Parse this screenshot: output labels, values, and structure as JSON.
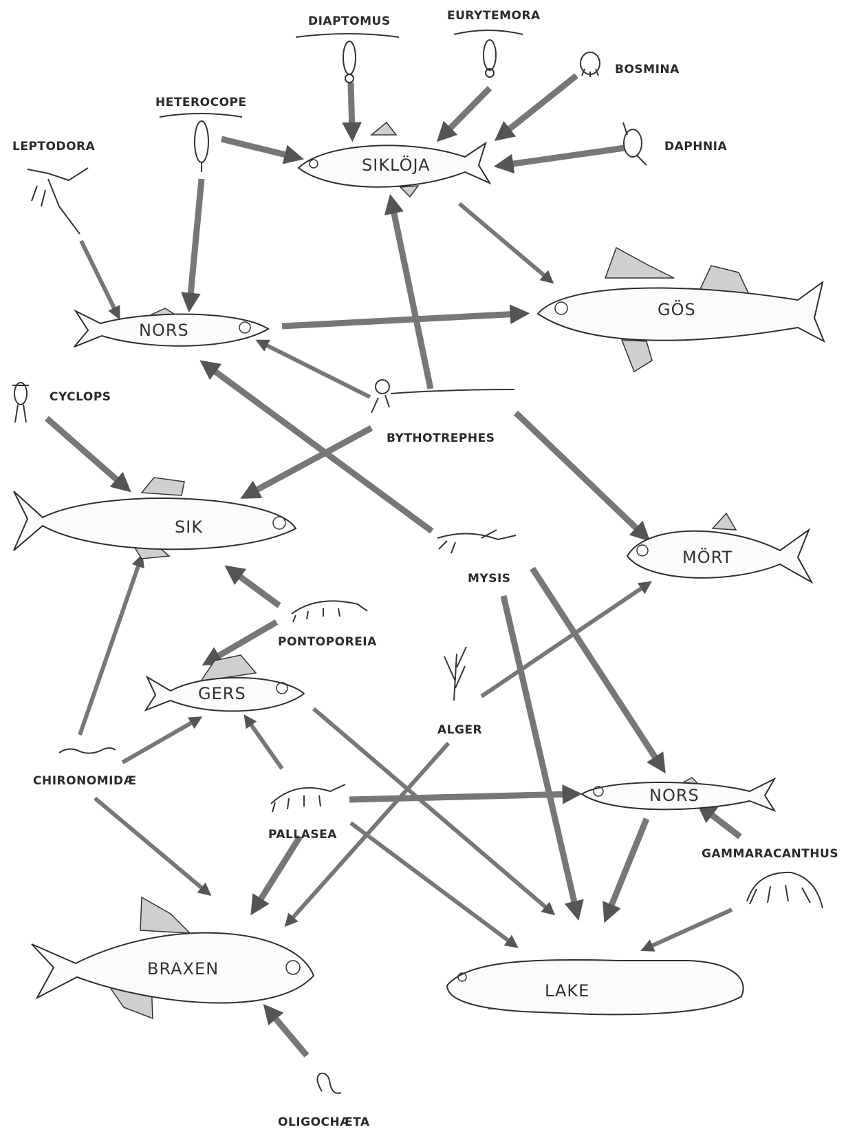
{
  "organisms": {
    "diaptomus": "DIAPTOMUS",
    "eurytemora": "EURYTEMORA",
    "bosmina": "BOSMINA",
    "heterocope": "HETEROCOPE",
    "leptodora": "LEPTODORA",
    "daphnia": "DAPHNIA",
    "cyclops": "CYCLOPS",
    "bythotrephes": "BYTHOTREPHES",
    "mysis": "MYSIS",
    "pontoporeia": "PONTOPOREIA",
    "alger": "ALGER",
    "chironomidae": "CHIRONOMIDÆ",
    "pallasea": "PALLASEA",
    "gammaracanthus": "GAMMARACANTHUS",
    "oligochaeta": "OLIGOCHÆTA"
  },
  "fish": {
    "sikloja": "SIKLÖJA",
    "nors_top": "NORS",
    "gos": "GÖS",
    "sik": "SIK",
    "mort": "MÖRT",
    "gers": "GERS",
    "nors_bottom": "NORS",
    "braxen": "BRAXEN",
    "lake": "LAKE"
  },
  "links": [
    {
      "from": "DIAPTOMUS",
      "to": "SIKLÖJA"
    },
    {
      "from": "EURYTEMORA",
      "to": "SIKLÖJA"
    },
    {
      "from": "BOSMINA",
      "to": "SIKLÖJA"
    },
    {
      "from": "DAPHNIA",
      "to": "SIKLÖJA"
    },
    {
      "from": "HETEROCOPE",
      "to": "SIKLÖJA"
    },
    {
      "from": "HETEROCOPE",
      "to": "NORS"
    },
    {
      "from": "LEPTODORA",
      "to": "NORS"
    },
    {
      "from": "SIKLÖJA",
      "to": "GÖS"
    },
    {
      "from": "NORS",
      "to": "GÖS"
    },
    {
      "from": "BYTHOTREPHES",
      "to": "SIKLÖJA"
    },
    {
      "from": "BYTHOTREPHES",
      "to": "NORS"
    },
    {
      "from": "BYTHOTREPHES",
      "to": "SIK"
    },
    {
      "from": "BYTHOTREPHES",
      "to": "MÖRT"
    },
    {
      "from": "MYSIS",
      "to": "NORS"
    },
    {
      "from": "MYSIS",
      "to": "NORS (lower)"
    },
    {
      "from": "MYSIS",
      "to": "LAKE"
    },
    {
      "from": "CYCLOPS",
      "to": "SIK"
    },
    {
      "from": "PONTOPOREIA",
      "to": "SIK"
    },
    {
      "from": "PONTOPOREIA",
      "to": "GERS"
    },
    {
      "from": "CHIRONOMIDÆ",
      "to": "SIK"
    },
    {
      "from": "CHIRONOMIDÆ",
      "to": "GERS"
    },
    {
      "from": "CHIRONOMIDÆ",
      "to": "BRAXEN"
    },
    {
      "from": "PALLASEA",
      "to": "GERS"
    },
    {
      "from": "PALLASEA",
      "to": "NORS (lower)"
    },
    {
      "from": "PALLASEA",
      "to": "BRAXEN"
    },
    {
      "from": "PALLASEA",
      "to": "LAKE"
    },
    {
      "from": "GERS",
      "to": "LAKE"
    },
    {
      "from": "ALGER",
      "to": "MÖRT"
    },
    {
      "from": "ALGER",
      "to": "BRAXEN"
    },
    {
      "from": "NORS (lower)",
      "to": "LAKE"
    },
    {
      "from": "GAMMARACANTHUS",
      "to": "NORS (lower)"
    },
    {
      "from": "GAMMARACANTHUS",
      "to": "LAKE"
    },
    {
      "from": "OLIGOCHÆTA",
      "to": "BRAXEN"
    }
  ],
  "colors": {
    "arrow": "#777777",
    "ink": "#2e2e2e",
    "fin": "#cfcfcf"
  }
}
